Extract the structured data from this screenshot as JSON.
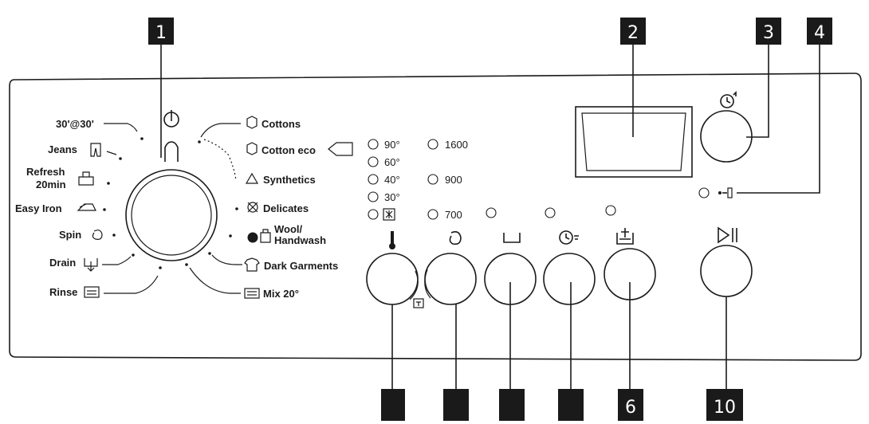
{
  "callouts": [
    "1",
    "2",
    "3",
    "4",
    "6",
    "10",
    "",
    "",
    "",
    ""
  ],
  "programmes_left": [
    "30'@30'",
    "Jeans",
    "Refresh",
    "20min",
    "Easy Iron",
    "Spin",
    "Drain",
    "Rinse"
  ],
  "programmes_right": [
    "Cottons",
    "Cotton eco",
    "Synthetics",
    "Delicates",
    "Wool/",
    "Handwash",
    "Dark Garments",
    "Mix 20°"
  ],
  "temperatures": [
    "90°",
    "60°",
    "40°",
    "30°"
  ],
  "spin_speeds": [
    "1600",
    "900",
    "700"
  ]
}
